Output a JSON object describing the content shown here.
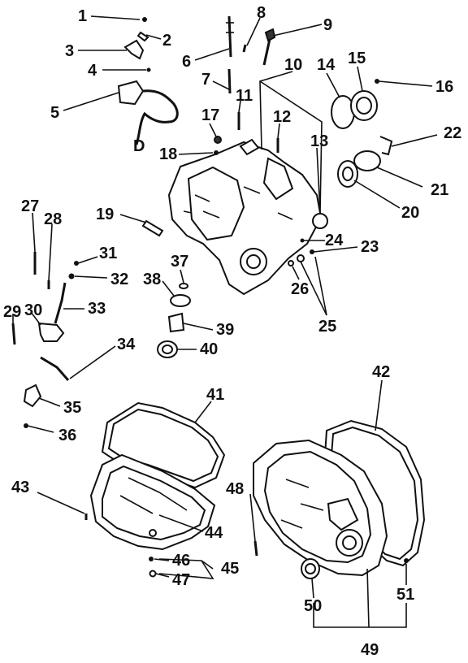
{
  "diagram": {
    "labels": [
      "1",
      "2",
      "3",
      "4",
      "5",
      "6",
      "7",
      "8",
      "9",
      "10",
      "11",
      "12",
      "13",
      "14",
      "15",
      "16",
      "17",
      "18",
      "19",
      "20",
      "21",
      "22",
      "23",
      "24",
      "25",
      "26",
      "27",
      "28",
      "29",
      "30",
      "31",
      "32",
      "33",
      "34",
      "35",
      "36",
      "37",
      "38",
      "39",
      "40",
      "41",
      "42",
      "43",
      "44",
      "45",
      "46",
      "47",
      "48",
      "49",
      "50",
      "51"
    ]
  },
  "colors": {
    "ink": "#111111",
    "paper": "#ffffff"
  }
}
